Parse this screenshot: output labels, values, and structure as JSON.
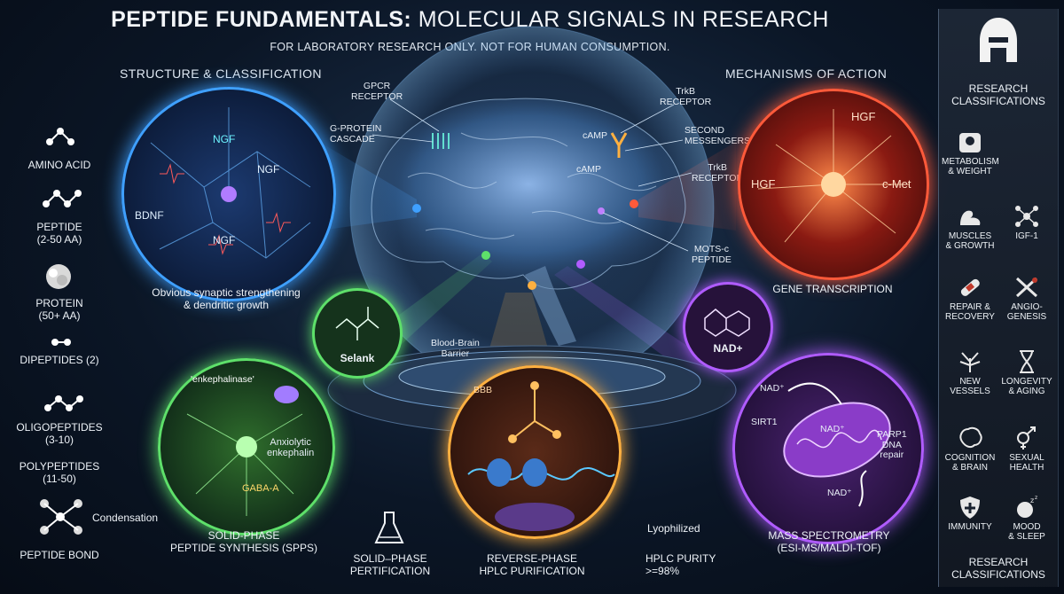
{
  "header": {
    "title_bold": "PEPTIDE FUNDAMENTALS:",
    "title_rest": " MOLECULAR SIGNALS IN RESEARCH",
    "disclaimer": "FOR LABORATORY RESEARCH ONLY. NOT FOR HUMAN CONSUMPTION."
  },
  "sections": {
    "structure": "STRUCTURE & CLASSIFICATION",
    "mechanisms": "MECHANISMS OF ACTION"
  },
  "structure_list": [
    "AMINO ACID",
    "PEPTIDE\n(2-50 AA)",
    "PROTEIN\n(50+ AA)",
    "DIPEPTIDES (2)",
    "OLIGOPEPTIDES\n(3-10)",
    "POLYPEPTIDES\n(11-50)",
    "PEPTIDE BOND"
  ],
  "condensation": "Condensation",
  "neuron_circle": {
    "ngf_1": "NGF",
    "ngf_2": "NGF",
    "ngf_3": "NGF",
    "bdnf": "BDNF",
    "caption": "Obvious synaptic strengthening\n& dendritic growth"
  },
  "brain_labels": {
    "gpcr": "GPCR\nRECEPTOR",
    "gprotein": "G-PROTEIN\nCASCADE",
    "camp1": "cAMP",
    "camp2": "cAMP",
    "trkb1": "TrkB\nRECEPTOR",
    "second": "SECOND\nMESSENGERS",
    "trkb2": "TrkB\nRECEPTOR",
    "mots": "MOTS-c\nPEPTIDE",
    "bbb": "Blood-Brain\nBarrier"
  },
  "hgf_circle": {
    "hgf_top": "HGF",
    "hgf_left": "HGF",
    "cmet": "c-Met",
    "caption": "GENE TRANSCRIPTION"
  },
  "selank": "Selank",
  "nad": "NAD+",
  "green_circle": {
    "enkephalinase": "'enkephalinase'",
    "anxiolytic": "Anxiolytic\nenkephalin",
    "gaba": "GABA-A"
  },
  "orange_circle": {
    "bbb": "BBB"
  },
  "purple_circle": {
    "nad1": "NAD⁺",
    "nad2": "NAD⁺",
    "nad3": "NAD⁺",
    "sirt1": "SIRT1",
    "parp1": "PARP1\nDNA\nrepair"
  },
  "bottom": {
    "spps": "SOLID-PHASE\nPEPTIDE SYNTHESIS (SPPS)",
    "solid_phase": "SOLID–PHASE\nPERTIFICATION",
    "reverse": "REVERSE-PHASE\nHPLC PURIFICATION",
    "lyophilized": "Lyophilized",
    "hplc": "HPLC PURITY\n>=98%",
    "mass_spec": "MASS SPECTROMETRY\n(ESI-MS/MALDI-TOF)"
  },
  "sidebar": {
    "header": "RESEARCH\nCLASSIFICATIONS",
    "footer": "RESEARCH\nCLASSIFICATIONS",
    "items": [
      {
        "label": "METABOLISM\n& WEIGHT",
        "icon": "scale-icon"
      },
      {
        "label": "MUSCLES\n& GROWTH",
        "icon": "muscle-icon"
      },
      {
        "label": "IGF-1",
        "icon": "molecule-icon"
      },
      {
        "label": "REPAIR &\nRECOVERY",
        "icon": "bandage-icon"
      },
      {
        "label": "ANGIO-\nGENESIS",
        "icon": "tools-icon"
      },
      {
        "label": "NEW\nVESSELS",
        "icon": "vessels-icon"
      },
      {
        "label": "LONGEVITY\n& AGING",
        "icon": "hourglass-icon"
      },
      {
        "label": "COGNITION\n& BRAIN",
        "icon": "brain-icon"
      },
      {
        "label": "SEXUAL\nHEALTH",
        "icon": "gender-icon"
      },
      {
        "label": "IMMUNITY",
        "icon": "shield-icon"
      },
      {
        "label": "MOOD\n& SLEEP",
        "icon": "sleep-icon"
      }
    ]
  },
  "colors": {
    "blue": "#3fa0ff",
    "red": "#ff5a3a",
    "green": "#5ee06a",
    "orange": "#ffb040",
    "purple": "#b05cff",
    "bg": "#0b1626"
  }
}
